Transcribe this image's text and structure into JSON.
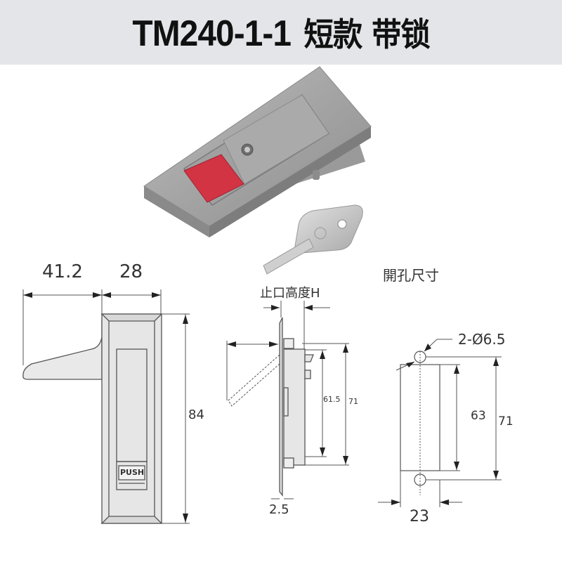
{
  "header": {
    "model": "TM240-1-1",
    "description": "短款 带锁"
  },
  "photo": {
    "subject": "panel-lock-with-key",
    "colors": {
      "body": "#a9a9a9",
      "button": "#d23444",
      "key": "#c8c8c8"
    }
  },
  "front_view": {
    "dimensions": {
      "handle_width": "41.2",
      "body_width": "28",
      "height": "84"
    },
    "button_label": "PUSH"
  },
  "side_view": {
    "label": "止口高度H",
    "dimensions": {
      "inner_height": "61.5",
      "outer_height": "71",
      "thickness": "2.5"
    }
  },
  "cutout": {
    "title": "開孔尺寸",
    "hole_spec": "2-Ø6.5",
    "dimensions": {
      "cut_height": "63",
      "hole_spacing": "71",
      "width": "23"
    }
  },
  "colors": {
    "header_bg": "#e3e5e8",
    "line": "#555555",
    "fill": "#e6e6e6"
  }
}
